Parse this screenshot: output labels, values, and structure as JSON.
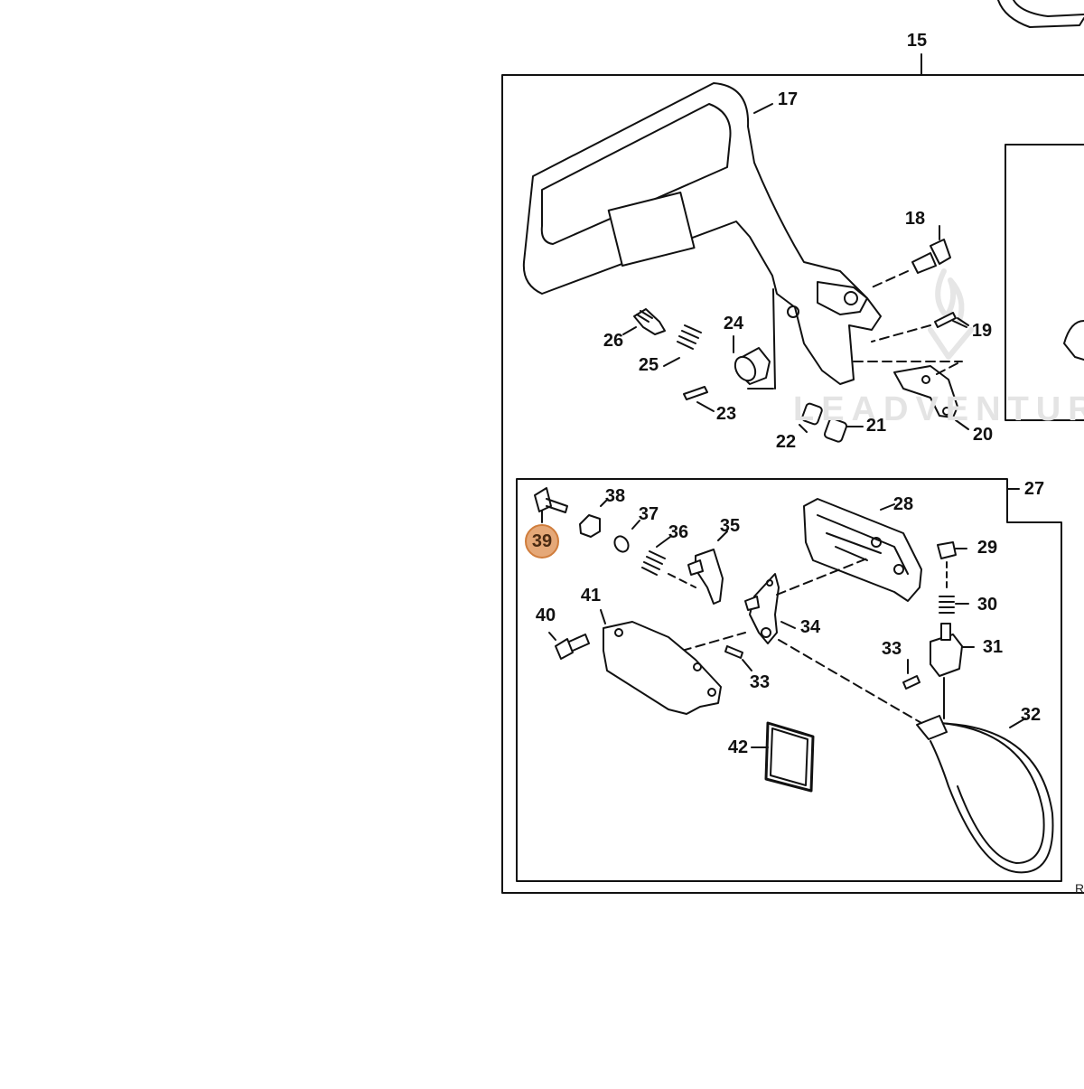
{
  "diagram": {
    "watermark": "LEADVENTUR",
    "edge_text": "R",
    "highlight_color": "#e5a878",
    "highlighted_part": "39",
    "labels": {
      "p15": "15",
      "p17": "17",
      "p18": "18",
      "p19": "19",
      "p20": "20",
      "p21": "21",
      "p22": "22",
      "p23": "23",
      "p24": "24",
      "p25": "25",
      "p26": "26",
      "p27": "27",
      "p28": "28",
      "p29": "29",
      "p30": "30",
      "p31": "31",
      "p32": "32",
      "p33a": "33",
      "p33b": "33",
      "p34": "34",
      "p35": "35",
      "p36": "36",
      "p37": "37",
      "p38": "38",
      "p39": "39",
      "p40": "40",
      "p41": "41",
      "p42": "42"
    }
  }
}
